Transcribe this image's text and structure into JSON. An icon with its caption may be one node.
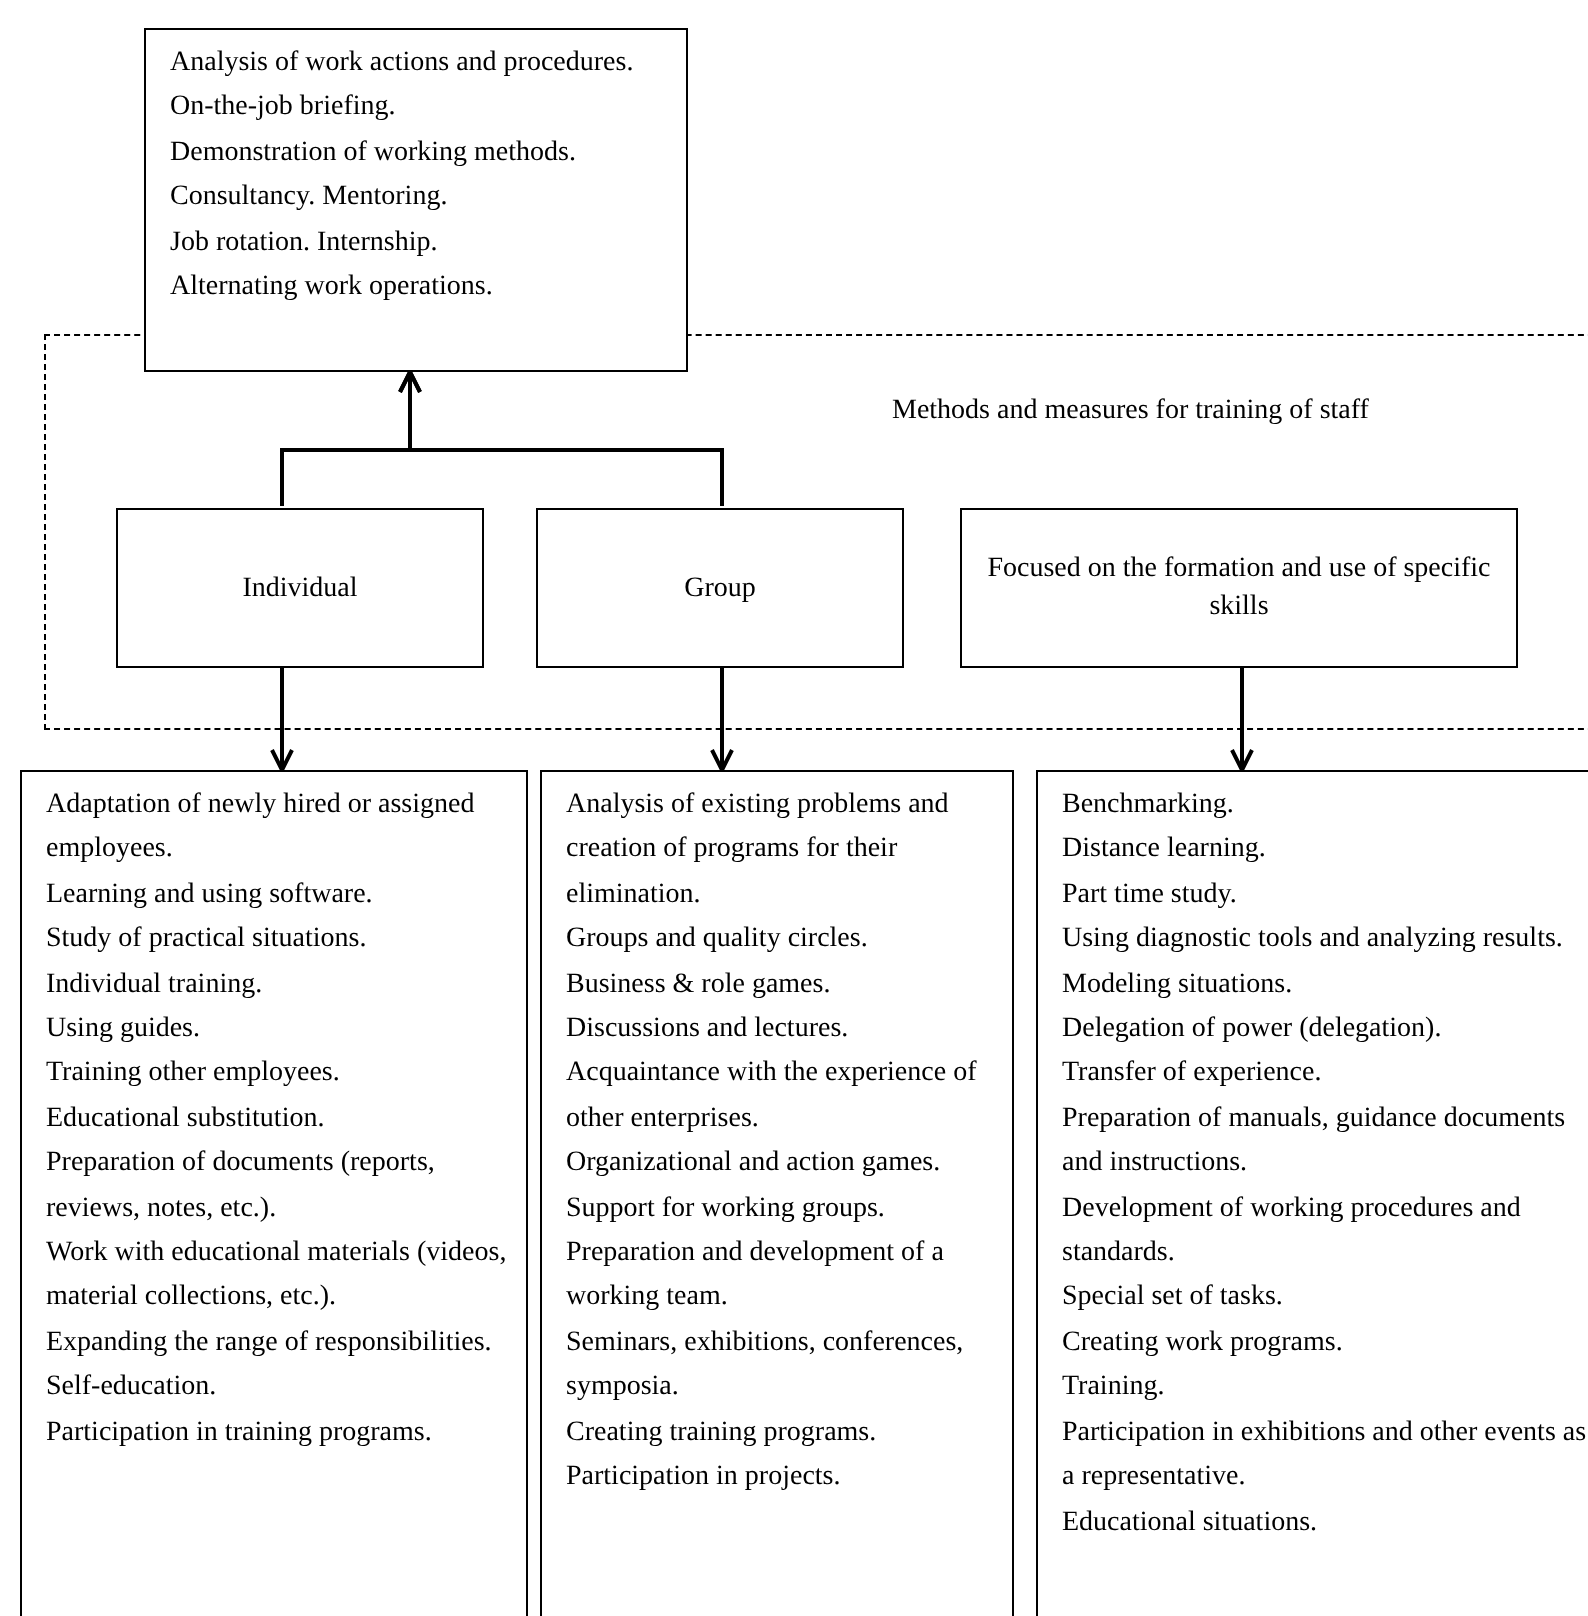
{
  "diagram": {
    "nodes": [
      {
        "text": [
          "Methods and measures for training of staff"
        ]
      },
      {
        "text": [
          "Analysis of work actions and procedures.",
          "On-the-job briefing.",
          "Demonstration of working methods.",
          "Consultancy. Mentoring.",
          "Job rotation. Internship.",
          "Alternating work operations."
        ]
      },
      {
        "text": [
          "Individual"
        ],
        "in": 0
      },
      {
        "text": [
          "Group"
        ],
        "in": 0
      },
      {
        "text": [
          "Focused on the formation and use of specific skills"
        ],
        "in": 0
      },
      {
        "text": [
          "Adaptation of newly hired or assigned employees.",
          "Learning and using software.",
          "Study of practical situations.",
          "Individual training.",
          "Using guides.",
          "Training other employees.",
          "Educational substitution.",
          "Preparation of documents (reports, reviews, notes, etc.).",
          "Work with educational materials (videos, material collections, etc.).",
          "Expanding the range of responsibilities.",
          "Self-education.",
          "Participation in training programs."
        ]
      },
      {
        "text": [
          "Analysis of existing problems and creation of programs for their elimination.",
          "Groups and quality circles.",
          "Business & role games.",
          "Discussions and lectures.",
          "Acquaintance with the experience of other enterprises.",
          "Organizational and action games.",
          "Support for working groups.",
          "Preparation and development of a working team.",
          "Seminars, exhibitions, conferences, symposia.",
          "Creating training programs.",
          "Participation in projects."
        ]
      },
      {
        "text": [
          "Benchmarking.",
          "Distance learning.",
          "Part time study.",
          "Using diagnostic tools and analyzing results.",
          "Modeling situations.",
          "Delegation of power (delegation).",
          "Transfer of experience.",
          "Preparation of manuals, guidance documents and instructions.",
          "Development of working procedures and standards.",
          "Special set of tasks.",
          "Creating work programs.",
          "Training.",
          "Participation in exhibitions and other events as a representative.",
          "Educational situations."
        ]
      }
    ],
    "edges": [
      {
        "from": 2,
        "to": 1,
        "arrow": "to"
      },
      {
        "from": 3,
        "to": 1,
        "arrow": "to"
      },
      {
        "from": 2,
        "to": 5,
        "arrow": "to"
      },
      {
        "from": 3,
        "to": 6,
        "arrow": "to"
      },
      {
        "from": 4,
        "to": 7,
        "arrow": "to"
      }
    ]
  }
}
